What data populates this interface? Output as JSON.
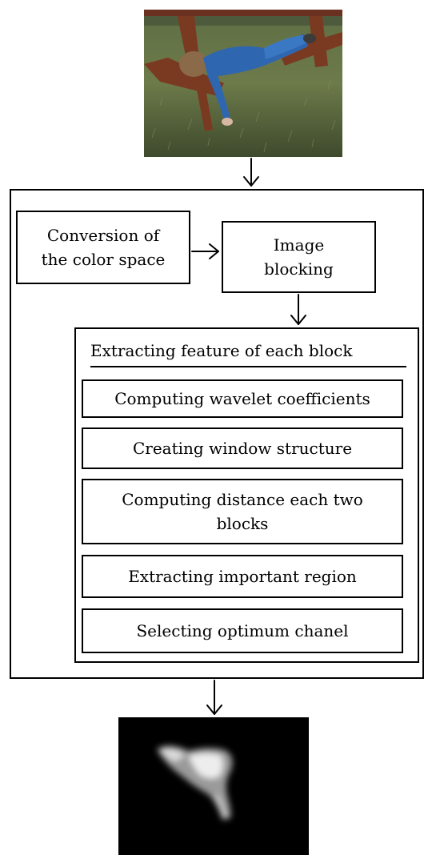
{
  "input_image": {
    "description_icon": "photo-icon"
  },
  "process": {
    "conversion": "Conversion of the color space",
    "blocking": "Image blocking",
    "feature_group": {
      "title": "Extracting feature of each block",
      "steps": [
        "Computing wavelet coefficients",
        "Creating window structure",
        "Computing distance each two blocks",
        "Extracting important region",
        "Selecting optimum chanel"
      ]
    }
  },
  "output_image": {
    "description_icon": "saliency-map-icon"
  },
  "colors": {
    "line": "#000000",
    "background": "#ffffff"
  }
}
